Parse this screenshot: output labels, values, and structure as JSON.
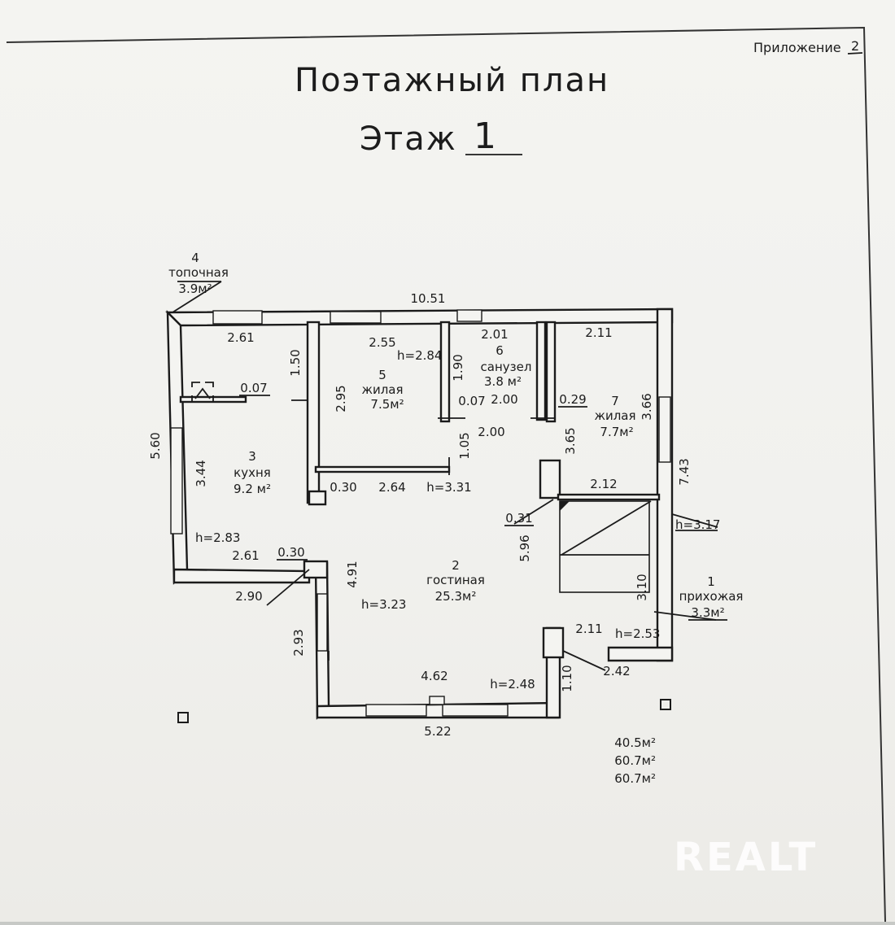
{
  "appendix": {
    "label": "Приложение",
    "number": "2"
  },
  "title": "Поэтажный план",
  "floor": {
    "label": "Этаж",
    "number": "1"
  },
  "rooms": [
    {
      "number": "1",
      "name": "прихожая",
      "area": "3.3м²",
      "height": "h=2.53"
    },
    {
      "number": "2",
      "name": "гостиная",
      "area": "25.3м²",
      "height": "h=3.23"
    },
    {
      "number": "3",
      "name": "кухня",
      "area": "9.2 м²",
      "height": "h=2.83"
    },
    {
      "number": "4",
      "name": "топочная",
      "area": "3.9м²"
    },
    {
      "number": "5",
      "name": "жилая",
      "area": "7.5м²",
      "height": "h=2.84"
    },
    {
      "number": "6",
      "name": "санузел",
      "area": "3.8 м²"
    },
    {
      "number": "7",
      "name": "жилая",
      "area": "7.7м²",
      "height": "h=3.17"
    }
  ],
  "dimensions": {
    "total_width": "10.51",
    "boiler_width": "2.61",
    "boiler_depth": "1.50",
    "kitchen_gap": "0.07",
    "kitchen_outer": "5.60",
    "kitchen_depth": "3.44",
    "kitchen_width": "2.61",
    "kitchen_bottom": "2.90",
    "col_left": "0.30",
    "room5_width": "2.55",
    "room5_depth": "2.95",
    "bath_width": "2.01",
    "bath_partition": "1.90",
    "bath_gap": "0.07",
    "bath_depth": "2.00",
    "hall_opening": "2.00",
    "hall_nook": "1.05",
    "room7_width": "2.11",
    "room7_gap": "0.29",
    "room7_depth": "3.66",
    "room7_inner": "3.65",
    "right_outer": "7.43",
    "partition_thick": "0.30",
    "corridor_length": "2.64",
    "corridor_height": "h=3.31",
    "stair_width": "2.12",
    "stair_post": "0.31",
    "living_depth": "5.96",
    "living_left_col": "0.30",
    "living_upper": "4.91",
    "living_left": "2.93",
    "living_front": "4.62",
    "living_front_h": "h=2.48",
    "living_outer": "5.22",
    "bay_side": "1.10",
    "entry_width": "2.11",
    "entry_outer": "2.42",
    "entry_depth": "3.10"
  },
  "totals": [
    "40.5м²",
    "60.7м²",
    "60.7м²"
  ],
  "watermark": "REALT"
}
